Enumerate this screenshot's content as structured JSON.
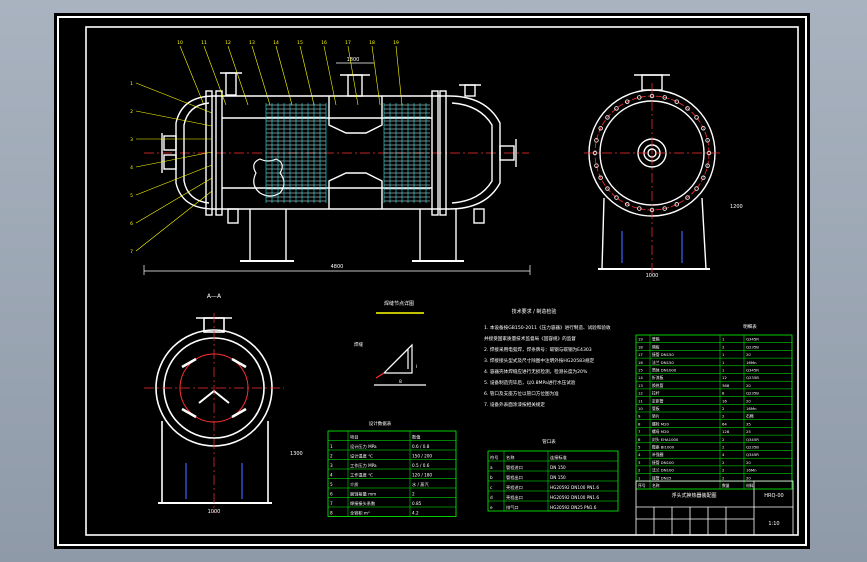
{
  "sheet": {
    "title": "CAD heat exchanger assembly drawing"
  },
  "colors": {
    "background": "#000000",
    "frame": "#ffffff",
    "outline": "#ffffff",
    "centerline": "#ff3030",
    "leader": "#ffff00",
    "baffle": "#00ffff",
    "table_grid": "#00ff00",
    "nozzle": "#00ffff",
    "bolt": "#4060ff"
  },
  "front_view": {
    "part_numbers_top": [
      "10",
      "11",
      "12",
      "13",
      "14",
      "15",
      "16",
      "17",
      "18",
      "19"
    ],
    "part_numbers_left": [
      "1",
      "2",
      "3",
      "4",
      "5",
      "6",
      "7"
    ],
    "dim_top": "1800",
    "dim_bottom": "4800"
  },
  "side_view": {
    "dim_width": "1000",
    "dim_height": "1200"
  },
  "section_view": {
    "label": "A—A",
    "dim_width": "1000",
    "dim_height": "1300"
  },
  "detail": {
    "title": "焊缝节点详图",
    "note": "焊缝",
    "label_a": "I",
    "label_b": "8"
  },
  "tech_requirements": {
    "title": "技术要求 / 制造检验",
    "lines": [
      "1. 本设备按GB150-2011《压力容器》进行制造、试验和验收",
      "   并接受国家质量技术监督局《固容规》的监督",
      "2. 焊接采用电弧焊，焊条牌号：碳钢与碳钢为E4303",
      "3. 焊接接头型式及尺寸除图中注明外按HG20583规定",
      "4. 容器壳体焊缝应进行无损检测，检测长度为20%",
      "5. 设备制造完毕后，以0.8MPa进行水压试验",
      "6. 管口及支座方位以管口方位图为准",
      "7. 设备外表面涂漆按相关规定"
    ]
  },
  "design_table": {
    "title": "设计数据表",
    "headers": [
      "项目",
      "数值"
    ],
    "rows": [
      [
        "1",
        "设计压力 MPa",
        "0.6 / 0.8"
      ],
      [
        "2",
        "设计温度 ℃",
        "150 / 200"
      ],
      [
        "3",
        "工作压力 MPa",
        "0.5 / 0.6"
      ],
      [
        "4",
        "工作温度 ℃",
        "120 / 180"
      ],
      [
        "5",
        "介质",
        "水 / 蒸汽"
      ],
      [
        "6",
        "腐蚀裕量 mm",
        "2"
      ],
      [
        "7",
        "焊接接头系数",
        "0.85"
      ],
      [
        "8",
        "全容积 m³",
        "4.2"
      ]
    ]
  },
  "nozzle_table": {
    "title": "管口表",
    "headers": [
      "符号",
      "名称",
      "连接标准"
    ],
    "rows": [
      [
        "a",
        "管程进口",
        "DN 150"
      ],
      [
        "b",
        "管程出口",
        "DN 150"
      ],
      [
        "c",
        "壳程进口",
        "HG20592 DN100 PN1.6"
      ],
      [
        "d",
        "壳程出口",
        "HG20592 DN100 PN1.6"
      ],
      [
        "e",
        "排气口",
        "HG20592 DN25 PN1.6"
      ]
    ]
  },
  "parts_list": {
    "title": "明细表",
    "rows": [
      [
        "19",
        "管箱",
        "1",
        "Q345R"
      ],
      [
        "18",
        "隔板",
        "2",
        "Q235B"
      ],
      [
        "17",
        "接管 DN150",
        "1",
        "20"
      ],
      [
        "16",
        "法兰 DN150",
        "1",
        "16Mn"
      ],
      [
        "15",
        "筒体 DN1000",
        "1",
        "Q345R"
      ],
      [
        "14",
        "折流板",
        "12",
        "Q235B"
      ],
      [
        "13",
        "换热管",
        "368",
        "20"
      ],
      [
        "12",
        "拉杆",
        "8",
        "Q235B"
      ],
      [
        "11",
        "定距管",
        "16",
        "20"
      ],
      [
        "10",
        "管板",
        "2",
        "16Mn"
      ],
      [
        "9",
        "垫片",
        "2",
        "石棉"
      ],
      [
        "8",
        "螺栓 M20",
        "64",
        "35"
      ],
      [
        "7",
        "螺母 M20",
        "128",
        "25"
      ],
      [
        "6",
        "封头 EHA1000",
        "2",
        "Q345R"
      ],
      [
        "5",
        "鞍座 BI1000",
        "2",
        "Q235B"
      ],
      [
        "4",
        "补强圈",
        "4",
        "Q345R"
      ],
      [
        "3",
        "接管 DN100",
        "2",
        "20"
      ],
      [
        "2",
        "法兰 DN100",
        "2",
        "16Mn"
      ],
      [
        "1",
        "接管 DN25",
        "2",
        "20"
      ]
    ],
    "footer_headers": [
      "序号",
      "名称",
      "数量",
      "材料"
    ]
  },
  "title_block": {
    "drawing_name": "浮头式换热器装配图",
    "drawing_no": "HRQ-00",
    "scale": "1:10"
  }
}
